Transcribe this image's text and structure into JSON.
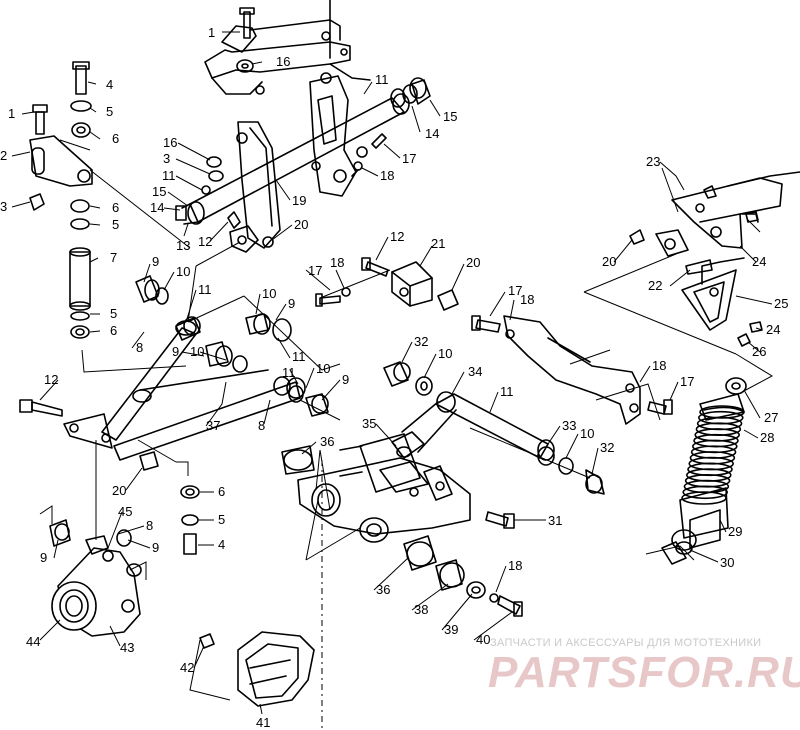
{
  "watermark": {
    "line1": "ЗАПЧАСТИ И АКСЕССУАРЫ ДЛЯ МОТОТЕХНИКИ",
    "line2": "PARTSFOR.RU",
    "color": "#e7c7c7"
  },
  "callouts": [
    "1",
    "16",
    "4",
    "11",
    "1",
    "5",
    "15",
    "6",
    "14",
    "17",
    "2",
    "16",
    "18",
    "3",
    "6",
    "11",
    "19",
    "15",
    "3",
    "5",
    "14",
    "20",
    "13",
    "12",
    "12",
    "21",
    "7",
    "9",
    "10",
    "20",
    "17",
    "18",
    "11",
    "10",
    "9",
    "5",
    "6",
    "8",
    "9",
    "10",
    "11",
    "17",
    "18",
    "11",
    "32",
    "10",
    "34",
    "10",
    "12",
    "9",
    "37",
    "8",
    "18",
    "17",
    "35",
    "11",
    "36",
    "33",
    "10",
    "20",
    "32",
    "6",
    "5",
    "8",
    "45",
    "31",
    "9",
    "9",
    "4",
    "36",
    "18",
    "38",
    "44",
    "43",
    "39",
    "40",
    "42",
    "41",
    "23",
    "20",
    "22",
    "24",
    "25",
    "24",
    "26",
    "27",
    "28",
    "29",
    "30"
  ]
}
